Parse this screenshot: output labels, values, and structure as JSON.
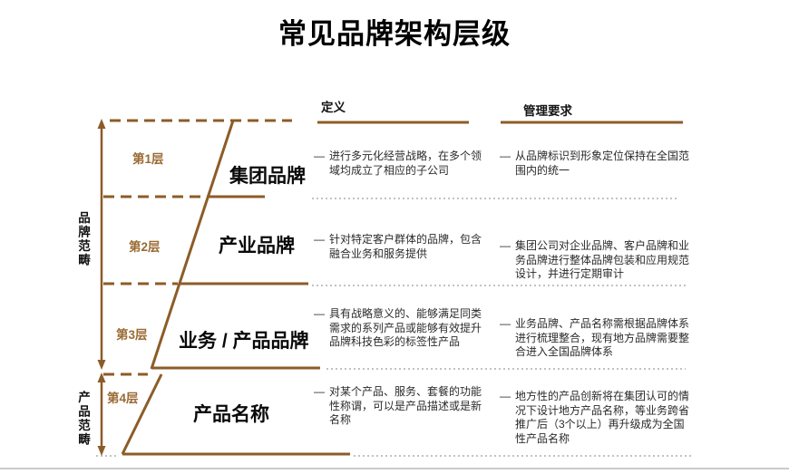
{
  "title": "常见品牌架构层级",
  "columns": {
    "definition": "定义",
    "management": "管理要求"
  },
  "scopes": {
    "brand": "品牌范畴",
    "product": "产品范畴"
  },
  "bullet": "—",
  "colors": {
    "accent_brown": "#8c5c28",
    "level_label_brown": "#9a6a33",
    "dotted_separator_grey": "#9e9e9e",
    "text_black": "#1c1c1c"
  },
  "layers": [
    {
      "level": "第1层",
      "name": "集团品牌",
      "definition": "进行多元化经营战略，在多个领域均成立了相应的子公司",
      "management": "从品牌标识到形象定位保持在全国范围内的统一"
    },
    {
      "level": "第2层",
      "name": "产业品牌",
      "definition": "针对特定客户群体的品牌，包含融合业务和服务提供",
      "management": "集团公司对企业品牌、客户品牌和业务品牌进行整体品牌包装和应用规范设计，并进行定期审计"
    },
    {
      "level": "第3层",
      "name": "业务 / 产品品牌",
      "definition": "具有战略意义的、能够满足同类需求的系列产品或能够有效提升品牌科技色彩的标签性产品",
      "management": "业务品牌、产品名称需根据品牌体系进行梳理整合，现有地方品牌需要整合进入全国品牌体系"
    },
    {
      "level": "第4层",
      "name": "产品名称",
      "definition": "对某个产品、服务、套餐的功能性称谓，可以是产品描述或是新名称",
      "management": "地方性的产品创新将在集团认可的情况下设计地方产品名称，等业务跨省推广后（3个以上）再升级成为全国性产品名称"
    }
  ]
}
